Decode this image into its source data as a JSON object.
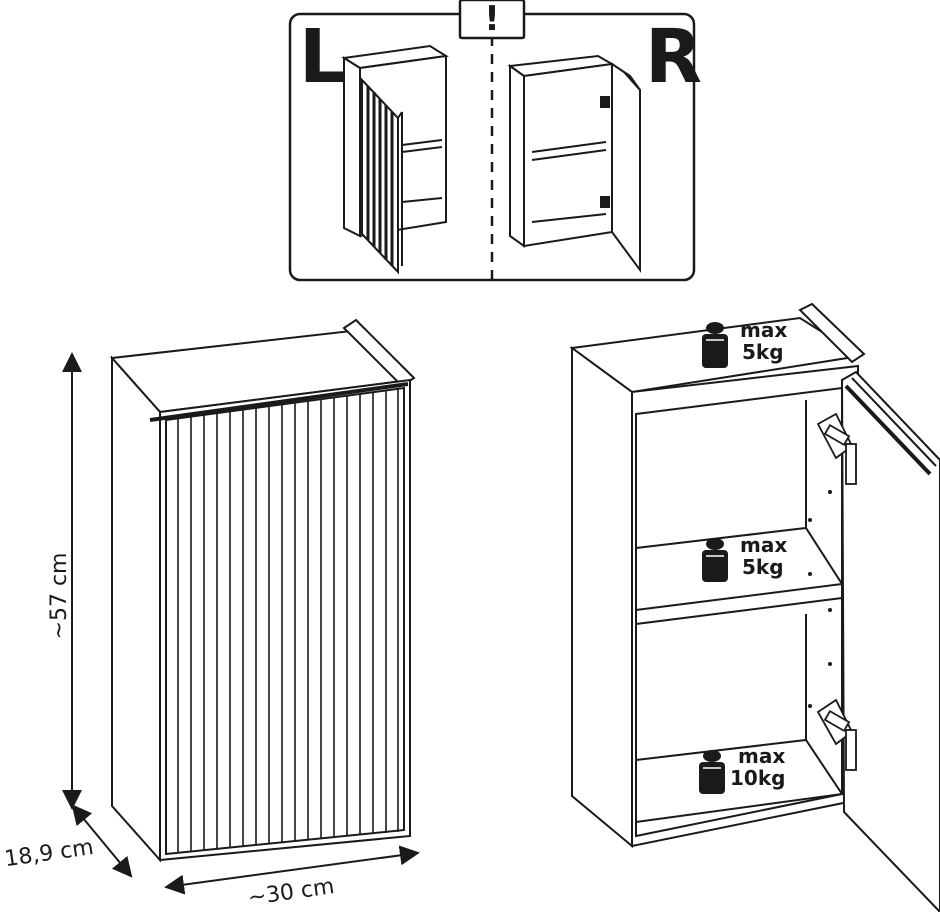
{
  "orientation_panel": {
    "left_label": "L",
    "right_label": "R",
    "warning_symbol": "!"
  },
  "dimensions": {
    "height": "~57 cm",
    "depth": "18,9 cm",
    "width": "~30 cm"
  },
  "load_limits": [
    {
      "line1": "max",
      "line2": "5kg"
    },
    {
      "line1": "max",
      "line2": "5kg"
    },
    {
      "line1": "max",
      "line2": "10kg"
    }
  ],
  "colors": {
    "line": "#1a1a1a",
    "fill": "#ffffff"
  },
  "icons": [
    "weight-icon",
    "hinge-icon",
    "warning-icon"
  ]
}
